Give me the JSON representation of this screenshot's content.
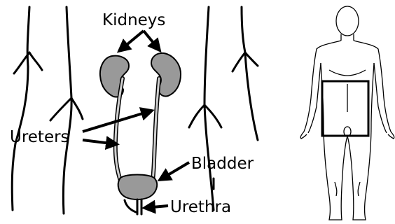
{
  "labels": {
    "kidneys": "Kidneys",
    "ureters": "Ureters",
    "bladder": "Bladder",
    "urethra": "Urethra"
  },
  "colors": {
    "organ_fill": "#999999",
    "outline": "#000000",
    "background": "#ffffff"
  }
}
